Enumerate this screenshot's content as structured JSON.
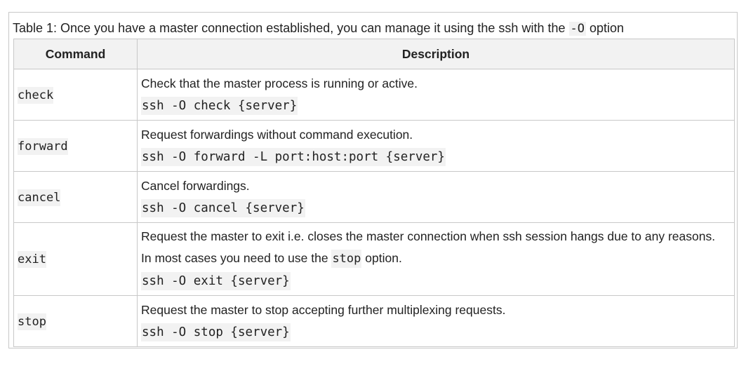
{
  "caption": {
    "text_before": "Table 1: Once you have a master connection established, you can manage it using the ssh with the",
    "code": "-O",
    "text_after": "option"
  },
  "headers": [
    "Command",
    "Description"
  ],
  "rows": [
    {
      "command": "check",
      "description": "Check that the master process is running or active.",
      "example": "ssh -O check {server}"
    },
    {
      "command": "forward",
      "description": "Request forwardings without command execution.",
      "example": "ssh -O forward -L port:host:port {server}"
    },
    {
      "command": "cancel",
      "description": "Cancel forwardings.",
      "example": "ssh -O cancel {server}"
    },
    {
      "command": "exit",
      "description": "Request the master to exit i.e. closes the master connection when ssh session hangs due to any reasons.",
      "note_before": "In most cases you need to use the",
      "note_code": "stop",
      "note_after": "option.",
      "example": "ssh -O exit {server}"
    },
    {
      "command": "stop",
      "description": "Request the master to stop accepting further multiplexing requests.",
      "example": "ssh -O stop {server}"
    }
  ]
}
